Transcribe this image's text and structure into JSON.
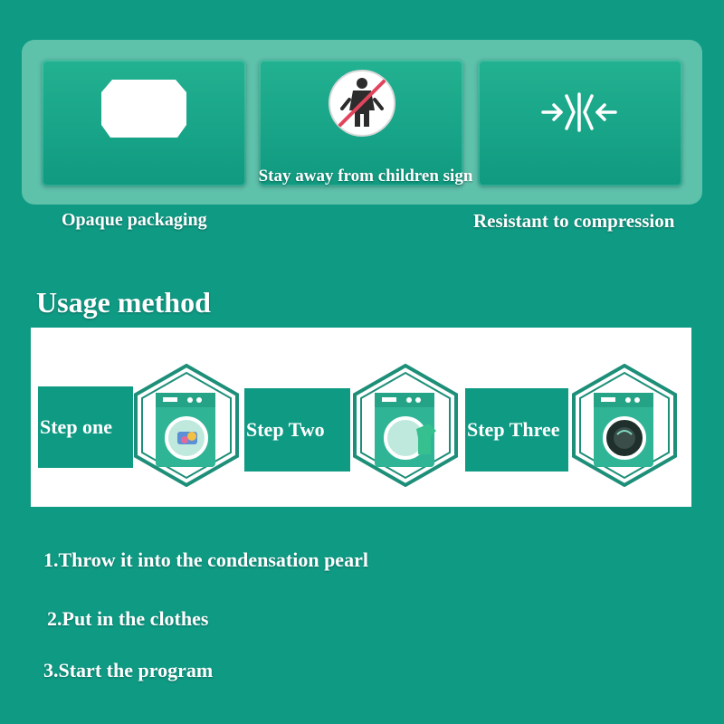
{
  "features": {
    "card_caption": "Stay away from children sign",
    "labels": [
      "Opaque packaging",
      "Resistant to compression"
    ],
    "icons": [
      "opaque-package-icon",
      "no-children-icon",
      "compression-arrows-icon"
    ]
  },
  "usage": {
    "title": "Usage method",
    "steps": [
      {
        "label": "Step one",
        "icon": "washer-with-pod-icon"
      },
      {
        "label": "Step Two",
        "icon": "washer-with-clothes-icon"
      },
      {
        "label": "Step Three",
        "icon": "washer-running-icon"
      }
    ],
    "instructions": [
      "1.Throw it into the condensation pearl",
      "2.Put in the clothes",
      "3.Start the program"
    ]
  },
  "colors": {
    "background": "#0f9a84",
    "panel": "#5ec1aa",
    "card": "#17a487",
    "accent_red": "#e2445c"
  }
}
